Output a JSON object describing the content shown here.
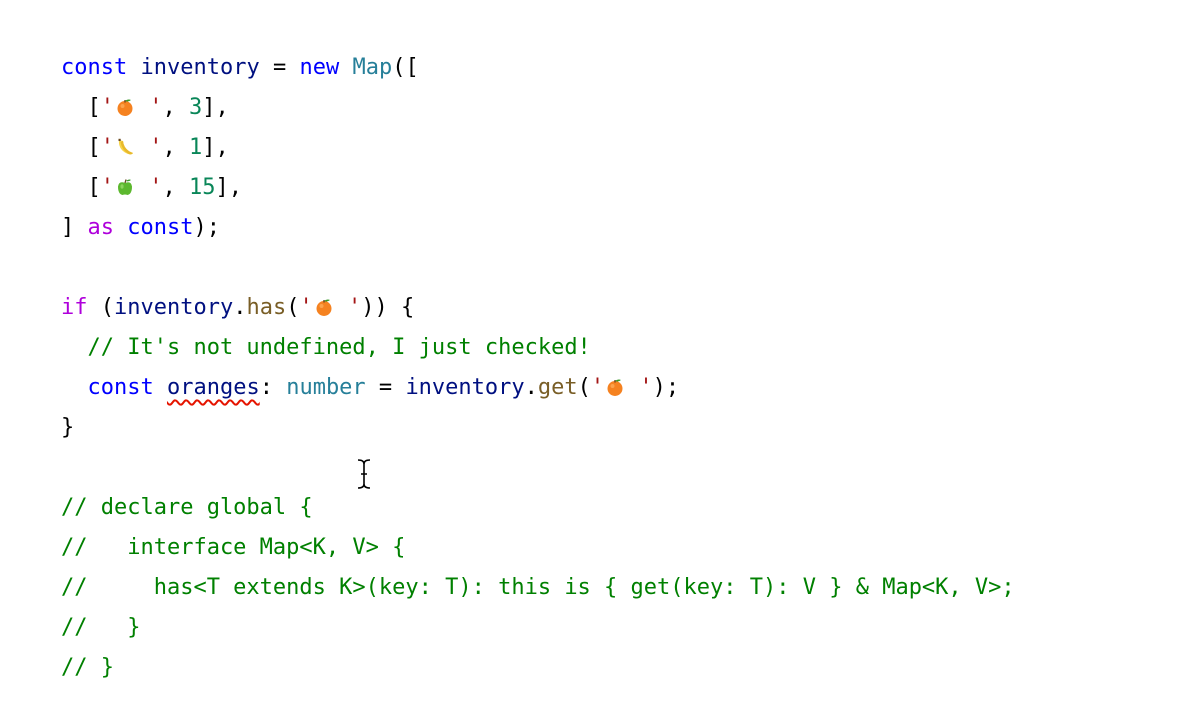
{
  "editor": {
    "lines": [
      [
        {
          "t": "const",
          "c": "kw-blue"
        },
        {
          "t": " ",
          "c": "punct"
        },
        {
          "t": "inventory",
          "c": "ident"
        },
        {
          "t": " = ",
          "c": "punct"
        },
        {
          "t": "new",
          "c": "kw-blue"
        },
        {
          "t": " ",
          "c": "punct"
        },
        {
          "t": "Map",
          "c": "type"
        },
        {
          "t": "([",
          "c": "punct"
        }
      ],
      [
        {
          "t": "  [",
          "c": "punct"
        },
        {
          "t": "'",
          "c": "str"
        },
        {
          "emoji": "orange"
        },
        {
          "t": " '",
          "c": "str"
        },
        {
          "t": ", ",
          "c": "punct"
        },
        {
          "t": "3",
          "c": "num"
        },
        {
          "t": "],",
          "c": "punct"
        }
      ],
      [
        {
          "t": "  [",
          "c": "punct"
        },
        {
          "t": "'",
          "c": "str"
        },
        {
          "emoji": "banana"
        },
        {
          "t": " '",
          "c": "str"
        },
        {
          "t": ", ",
          "c": "punct"
        },
        {
          "t": "1",
          "c": "num"
        },
        {
          "t": "],",
          "c": "punct"
        }
      ],
      [
        {
          "t": "  [",
          "c": "punct"
        },
        {
          "t": "'",
          "c": "str"
        },
        {
          "emoji": "apple"
        },
        {
          "t": " '",
          "c": "str"
        },
        {
          "t": ", ",
          "c": "punct"
        },
        {
          "t": "15",
          "c": "num"
        },
        {
          "t": "],",
          "c": "punct"
        }
      ],
      [
        {
          "t": "] ",
          "c": "punct"
        },
        {
          "t": "as",
          "c": "kw-purple"
        },
        {
          "t": " ",
          "c": "punct"
        },
        {
          "t": "const",
          "c": "kw-blue"
        },
        {
          "t": ");",
          "c": "punct"
        }
      ],
      [],
      [
        {
          "t": "if",
          "c": "kw-purple"
        },
        {
          "t": " (",
          "c": "punct"
        },
        {
          "t": "inventory",
          "c": "ident"
        },
        {
          "t": ".",
          "c": "punct"
        },
        {
          "t": "has",
          "c": "fn"
        },
        {
          "t": "(",
          "c": "punct"
        },
        {
          "t": "'",
          "c": "str"
        },
        {
          "emoji": "orange"
        },
        {
          "t": " '",
          "c": "str"
        },
        {
          "t": ")) {",
          "c": "punct"
        }
      ],
      [
        {
          "t": "  // It's not undefined, I just checked!",
          "c": "comment"
        }
      ],
      [
        {
          "t": "  ",
          "c": "punct"
        },
        {
          "t": "const",
          "c": "kw-blue"
        },
        {
          "t": " ",
          "c": "punct"
        },
        {
          "t": "oranges",
          "c": "ident",
          "error": true
        },
        {
          "t": ": ",
          "c": "punct"
        },
        {
          "t": "number",
          "c": "type-ref"
        },
        {
          "t": " = ",
          "c": "punct"
        },
        {
          "t": "inventory",
          "c": "ident"
        },
        {
          "t": ".",
          "c": "punct"
        },
        {
          "t": "get",
          "c": "fn"
        },
        {
          "t": "(",
          "c": "punct"
        },
        {
          "t": "'",
          "c": "str"
        },
        {
          "emoji": "orange"
        },
        {
          "t": " '",
          "c": "str"
        },
        {
          "t": ");",
          "c": "punct"
        }
      ],
      [
        {
          "t": "}",
          "c": "punct"
        }
      ],
      [],
      [
        {
          "t": "// declare global {",
          "c": "comment"
        }
      ],
      [
        {
          "t": "//   interface Map<K, V> {",
          "c": "comment"
        }
      ],
      [
        {
          "t": "//     has<T extends K>(key: T): this is { get(key: T): V } & Map<K, V>;",
          "c": "comment"
        }
      ],
      [
        {
          "t": "//   }",
          "c": "comment"
        }
      ],
      [
        {
          "t": "// }",
          "c": "comment"
        }
      ]
    ]
  },
  "cursor": {
    "icon": "text-cursor-icon"
  }
}
